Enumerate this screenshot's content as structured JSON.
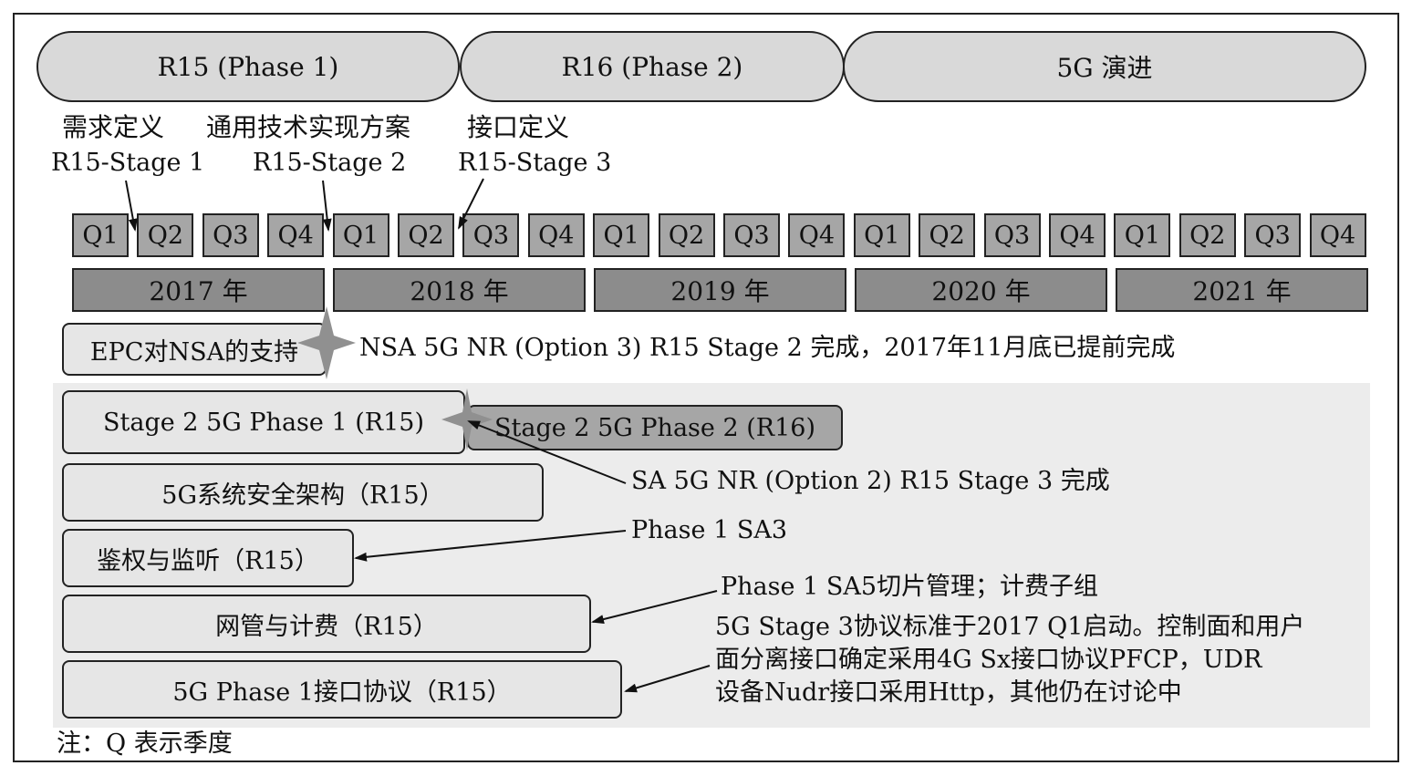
{
  "phases": {
    "r15": "R15 (Phase 1)",
    "r16": "R16 (Phase 2)",
    "evolution": "5G 演进"
  },
  "stages": {
    "stage1_title": "需求定义",
    "stage1_sub": "R15-Stage 1",
    "stage2_title": "通用技术实现方案",
    "stage2_sub": "R15-Stage 2",
    "stage3_title": "接口定义",
    "stage3_sub": "R15-Stage 3"
  },
  "quarters": [
    "Q1",
    "Q2",
    "Q3",
    "Q4",
    "Q1",
    "Q2",
    "Q3",
    "Q4",
    "Q1",
    "Q2",
    "Q3",
    "Q4",
    "Q1",
    "Q2",
    "Q3",
    "Q4",
    "Q1",
    "Q2",
    "Q3",
    "Q4"
  ],
  "years": [
    "2017 年",
    "2018 年",
    "2019 年",
    "2020 年",
    "2021 年"
  ],
  "tasks": {
    "epc": "EPC对NSA的支持",
    "nsa_note": "NSA 5G NR (Option 3) R15 Stage 2 完成，2017年11月底已提前完成",
    "stage2_phase1": "Stage 2 5G Phase 1 (R15)",
    "stage2_phase2": "Stage 2 5G Phase 2 (R16)",
    "security": "5G系统安全架构（R15）",
    "sa_note": "SA 5G NR (Option 2) R15 Stage 3 完成",
    "auth": "鉴权与监听（R15）",
    "sa3_note": "Phase 1 SA3",
    "mgmt": "网管与计费（R15）",
    "sa5_note": "Phase 1 SA5切片管理；计费子组",
    "interface": "5G Phase 1接口协议（R15）",
    "interface_note_1": "5G Stage 3协议标准于2017 Q1启动。控制面和用户",
    "interface_note_2": "面分离接口确定采用4G Sx接口协议PFCP，UDR",
    "interface_note_3": "设备Nudr接口采用Http，其他仍在讨论中"
  },
  "footnote": "注：Q 表示季度"
}
